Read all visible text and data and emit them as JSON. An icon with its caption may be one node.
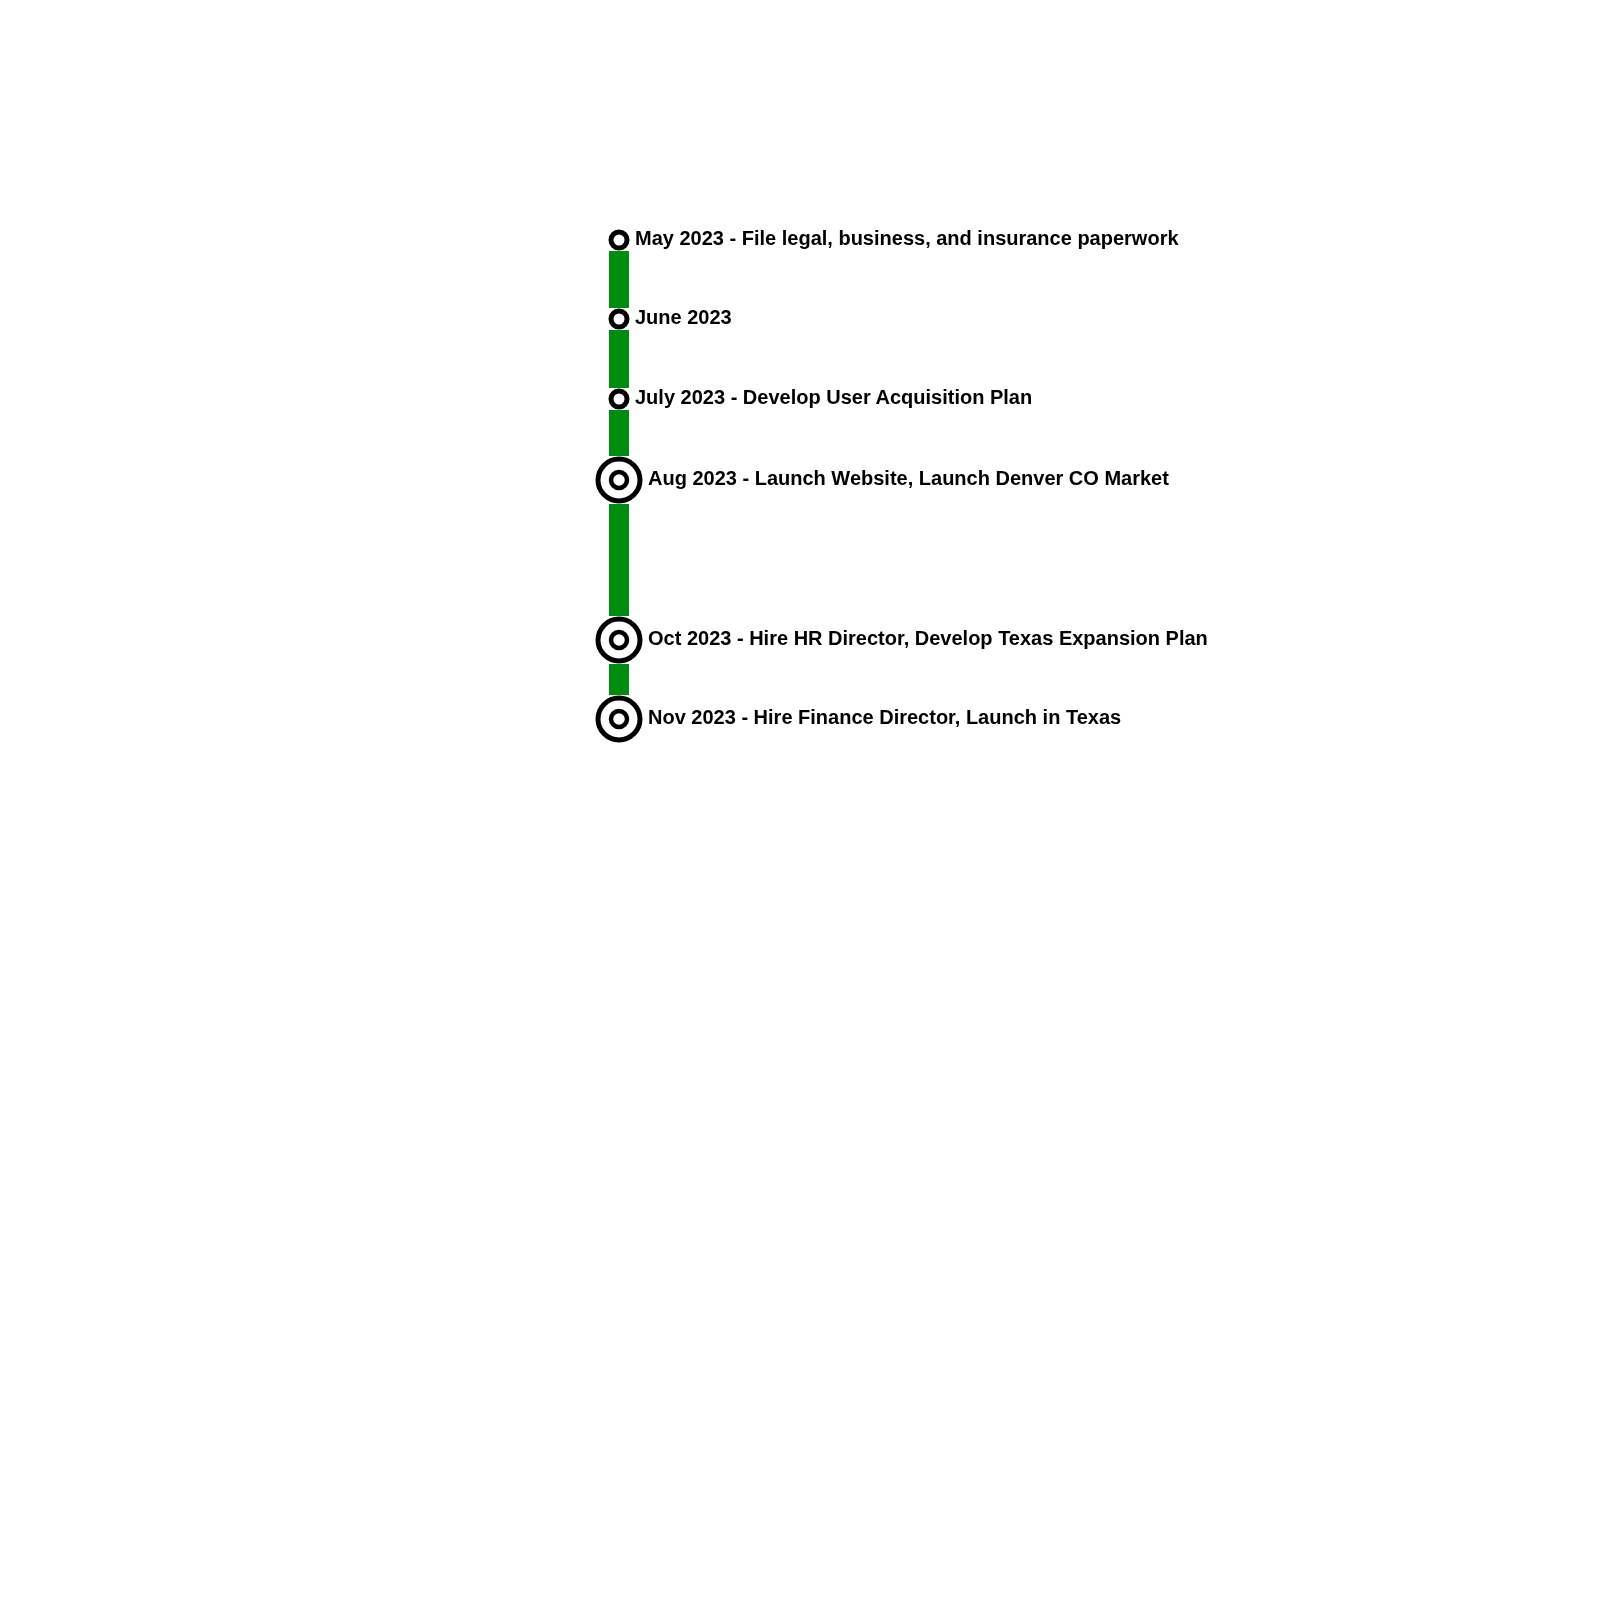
{
  "diagram": {
    "nodes": [
      {
        "text": [],
        "shape": "circle",
        "beside": [
          "May 2023 - File legal, business, and insurance paperwork"
        ]
      },
      {
        "text": [],
        "shape": "circle",
        "beside": [
          "June 2023"
        ]
      },
      {
        "text": [],
        "shape": "circle",
        "beside": [
          "July 2023 - Develop User Acquisition Plan"
        ]
      },
      {
        "text": [],
        "shape": "target",
        "beside": [
          "Aug 2023 - Launch Website, Launch Denver CO Market"
        ]
      },
      {
        "text": [],
        "shape": "target",
        "beside": [
          "Oct 2023 - Hire HR Director, Develop Texas Expansion Plan"
        ]
      },
      {
        "text": [],
        "shape": "target",
        "beside": [
          "Nov 2023 - Hire Finance Director, Launch in Texas"
        ]
      }
    ],
    "edges": [
      {
        "from": 0,
        "to": 1,
        "arrow": "none"
      },
      {
        "from": 1,
        "to": 2,
        "arrow": "none"
      },
      {
        "from": 2,
        "to": 3,
        "arrow": "none"
      },
      {
        "from": 3,
        "to": 4,
        "arrow": "none"
      },
      {
        "from": 4,
        "to": 5,
        "arrow": "none"
      }
    ]
  }
}
